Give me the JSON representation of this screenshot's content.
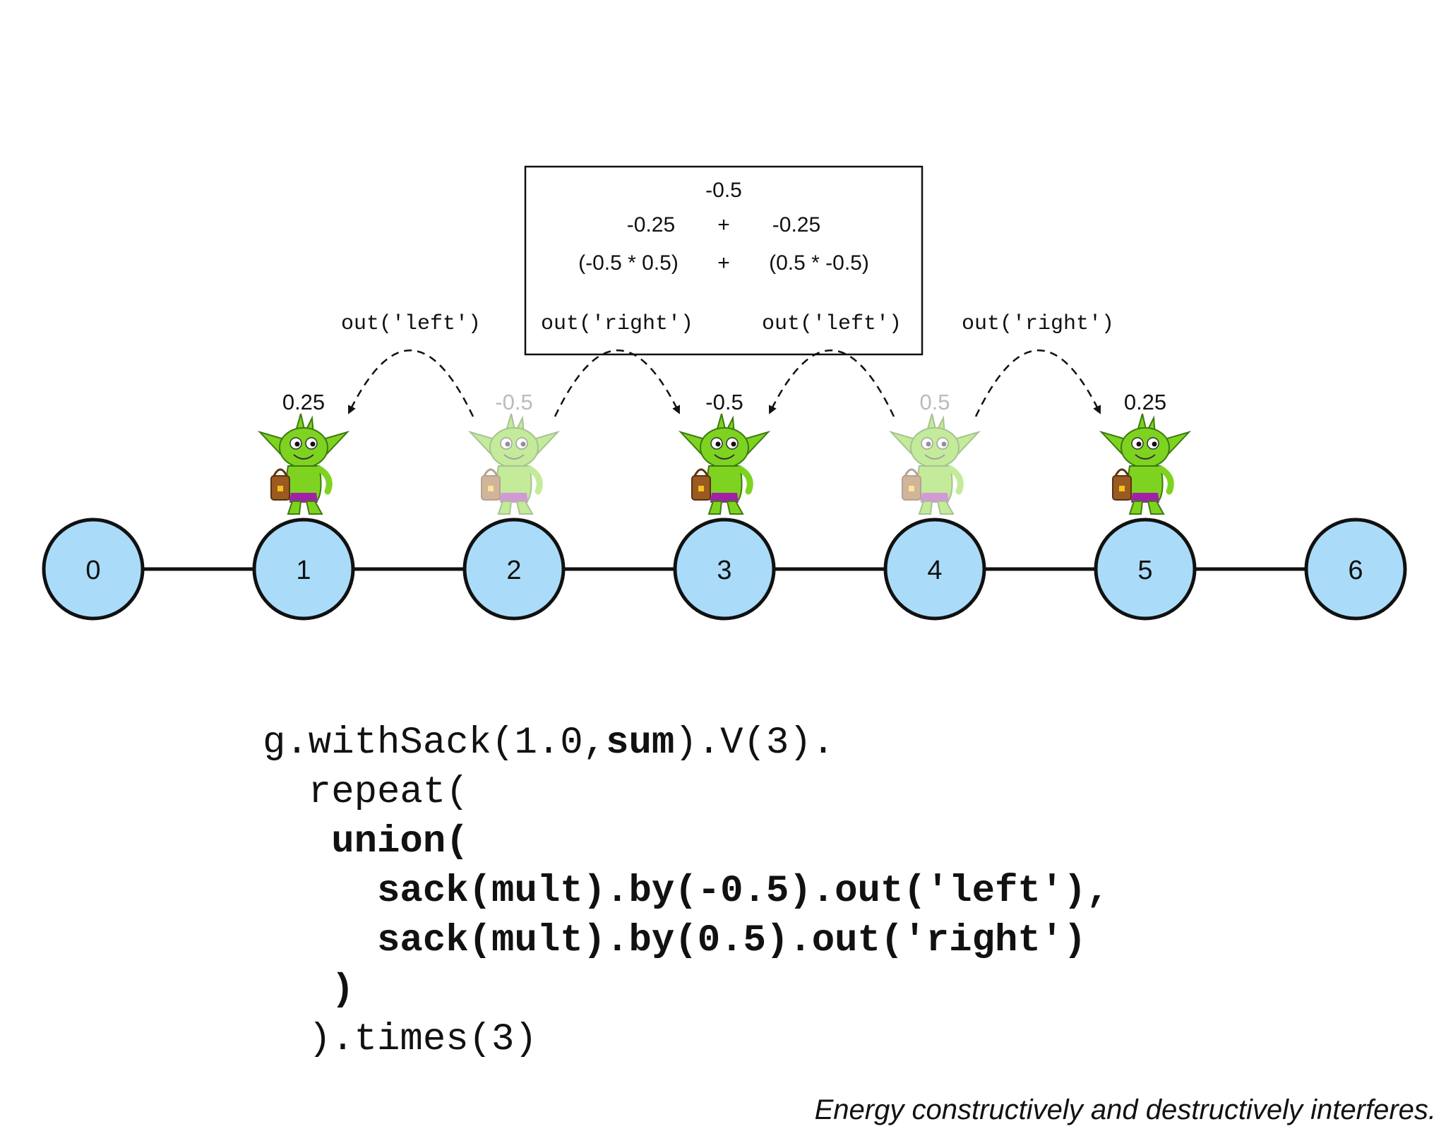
{
  "vertices": [
    {
      "id": "0",
      "label": "0"
    },
    {
      "id": "1",
      "label": "1"
    },
    {
      "id": "2",
      "label": "2"
    },
    {
      "id": "3",
      "label": "3"
    },
    {
      "id": "4",
      "label": "4"
    },
    {
      "id": "5",
      "label": "5"
    },
    {
      "id": "6",
      "label": "6"
    }
  ],
  "goblins": [
    {
      "vertex": "1",
      "value": "0.25",
      "faded": false
    },
    {
      "vertex": "2",
      "value": "-0.5",
      "faded": true
    },
    {
      "vertex": "3",
      "value": "-0.5",
      "faded": false
    },
    {
      "vertex": "4",
      "value": "0.5",
      "faded": true
    },
    {
      "vertex": "5",
      "value": "0.25",
      "faded": false
    }
  ],
  "arrows": [
    {
      "from": "2",
      "to": "1",
      "label": "out('left')"
    },
    {
      "from": "2",
      "to": "3",
      "label": "out('right')"
    },
    {
      "from": "4",
      "to": "3",
      "label": "out('left')"
    },
    {
      "from": "4",
      "to": "5",
      "label": "out('right')"
    }
  ],
  "sum_box": {
    "total": "-0.5",
    "term_left": "-0.25",
    "plus": "+",
    "term_right": "-0.25",
    "expr_left": "(-0.5 * 0.5)",
    "expr_right": "(0.5 * -0.5)"
  },
  "code": [
    [
      {
        "t": "g.withSack(1.0,",
        "b": false
      },
      {
        "t": "sum",
        "b": true
      },
      {
        "t": ").V(3).",
        "b": false
      }
    ],
    [
      {
        "t": "  repeat(",
        "b": false
      }
    ],
    [
      {
        "t": "   union(",
        "b": true
      }
    ],
    [
      {
        "t": "     sack(mult).by(-0.5).out('left'),",
        "b": true
      }
    ],
    [
      {
        "t": "     sack(mult).by(0.5).out('right')",
        "b": true
      }
    ],
    [
      {
        "t": "   )",
        "b": true
      }
    ],
    [
      {
        "t": "  ).times(3)",
        "b": false
      }
    ]
  ],
  "caption": "Energy constructively and destructively interferes.",
  "colors": {
    "vertex_fill": "#aadcf9",
    "vertex_stroke": "#111111",
    "goblin_green": "#7ed321",
    "faded_text": "#bbbbbb"
  }
}
